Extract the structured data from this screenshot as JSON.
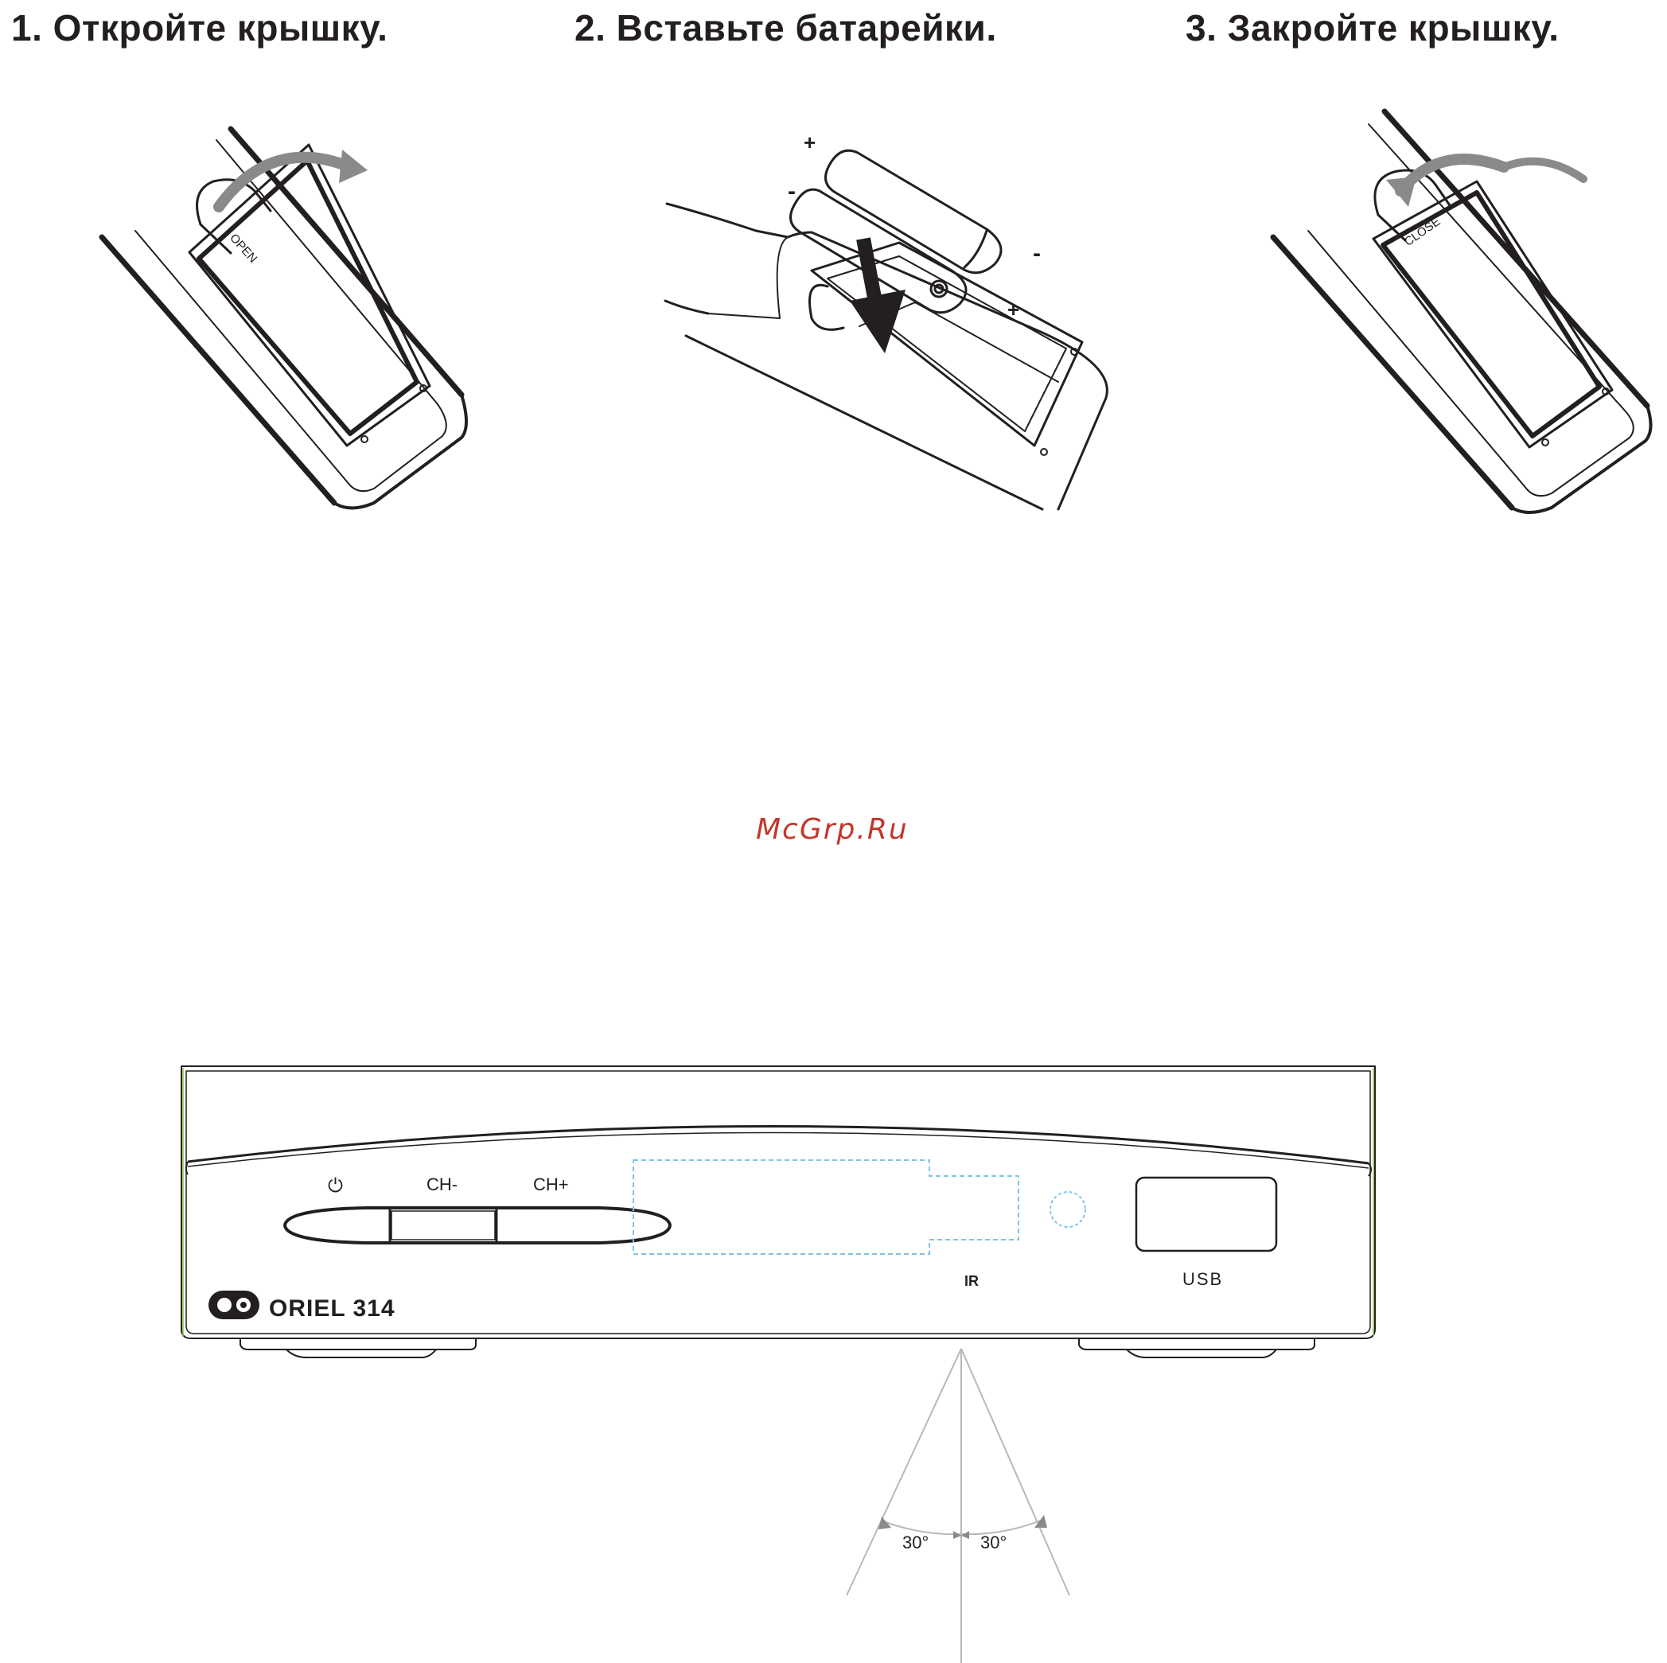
{
  "steps": [
    {
      "title": "1. Откройте крышку.",
      "cover_label": "OPEN"
    },
    {
      "title": "2. Вставьте батарейки.",
      "plus": "+",
      "minus": "-"
    },
    {
      "title": "3. Закройте крышку.",
      "cover_label": "CLOSE"
    }
  ],
  "watermark": "McGrp.Ru",
  "device": {
    "brand": "ORIEL 314",
    "power_symbol": "⏻",
    "ch_minus": "CH-",
    "ch_plus": "CH+",
    "ir_label": "IR",
    "usb_label": "USB"
  },
  "ir_angles": {
    "left": "30°",
    "right": "30°"
  },
  "colors": {
    "ink": "#231f20",
    "arrow_gray": "#8a8a8a",
    "display_dash": "#7fc4e8",
    "watermark": "#c0392b",
    "green_edge": "#8bc34a"
  }
}
